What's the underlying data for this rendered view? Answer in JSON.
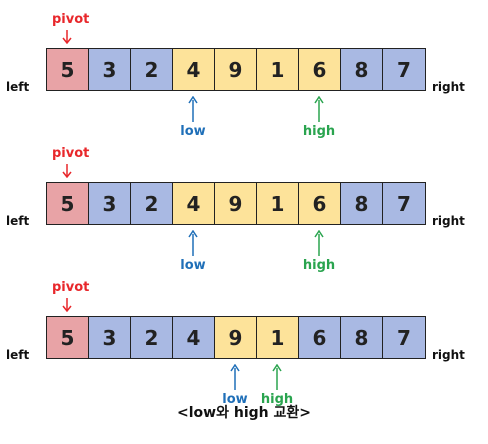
{
  "labels": {
    "pivot": "pivot",
    "left": "left",
    "right": "right",
    "low": "low",
    "high": "high"
  },
  "rows": [
    {
      "values": [
        "5",
        "3",
        "2",
        "4",
        "9",
        "1",
        "6",
        "8",
        "7"
      ],
      "cell_styles": [
        "pivot",
        "blue",
        "blue",
        "yellow",
        "yellow",
        "yellow",
        "yellow",
        "blue",
        "blue"
      ],
      "low_index": 3,
      "high_index": 6
    },
    {
      "values": [
        "5",
        "3",
        "2",
        "4",
        "9",
        "1",
        "6",
        "8",
        "7"
      ],
      "cell_styles": [
        "pivot",
        "blue",
        "blue",
        "yellow",
        "yellow",
        "yellow",
        "yellow",
        "blue",
        "blue"
      ],
      "low_index": 3,
      "high_index": 6
    },
    {
      "values": [
        "5",
        "3",
        "2",
        "4",
        "9",
        "1",
        "6",
        "8",
        "7"
      ],
      "cell_styles": [
        "pivot",
        "blue",
        "blue",
        "blue",
        "yellow",
        "yellow",
        "blue",
        "blue",
        "blue"
      ],
      "low_index": 4,
      "high_index": 5
    }
  ],
  "caption": "<low와 high 교환>",
  "colors": {
    "pivot": "#e8a3a6",
    "blue": "#a9b9e3",
    "yellow": "#fde39a",
    "low": "#1f6fb8",
    "high": "#2aa44f",
    "pivot_label": "#e8272b"
  }
}
